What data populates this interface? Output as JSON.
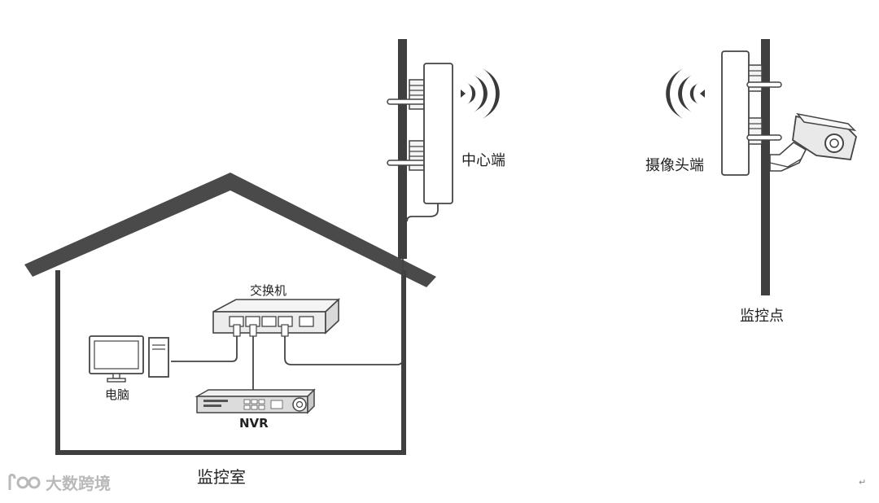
{
  "labels": {
    "central_end": "中心端",
    "camera_end": "摄像头端",
    "switch": "交换机",
    "computer": "电脑",
    "nvr": "NVR",
    "monitor_room": "监控室",
    "monitor_point": "监控点"
  },
  "watermark": {
    "text": "大数跨境"
  },
  "paragraph_mark": "↵",
  "colors": {
    "stroke": "#4a4a4a",
    "wall": "#3f3f3f",
    "device_fill": "#ffffff",
    "switch_fill": "#ececec",
    "nvr_fill": "#dcdcdc",
    "watermark": "#b9b9b9"
  }
}
